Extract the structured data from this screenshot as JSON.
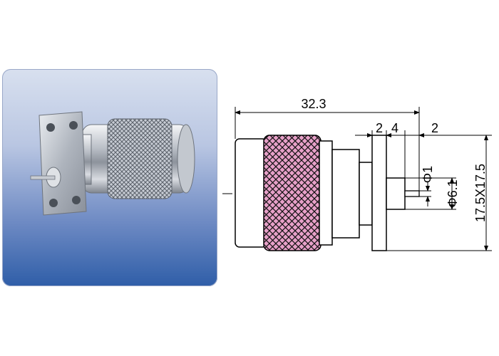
{
  "dimensions": {
    "overall_length": "32.3",
    "flange_thickness": "2",
    "gap": "4",
    "pin_length": "2",
    "pin_diameter": "Φ1",
    "insulator_diameter": "Φ6.1",
    "flange_size": "17.5X17.5"
  },
  "colors": {
    "panel_top": "#d8e0ef",
    "panel_bottom": "#2f5ea8",
    "knurl": "#e7a0c8"
  },
  "icons": {
    "photo": "n-type-connector-photo"
  }
}
